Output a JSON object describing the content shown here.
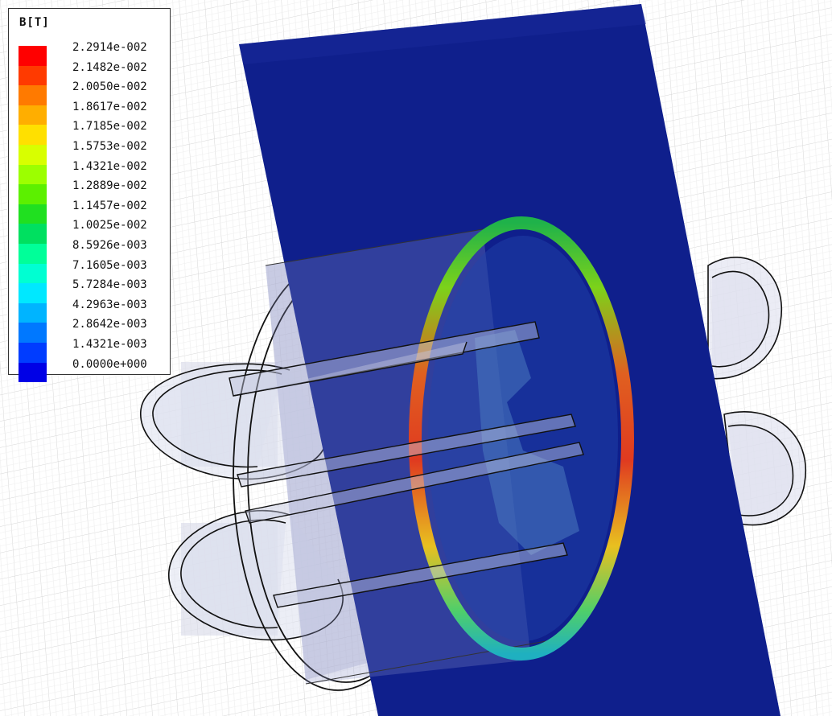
{
  "legend": {
    "title": "B[T]",
    "levels": [
      {
        "label": "2.2914e-002",
        "color": "#ff0000"
      },
      {
        "label": "2.1482e-002",
        "color": "#ff3a00"
      },
      {
        "label": "2.0050e-002",
        "color": "#ff7a00"
      },
      {
        "label": "1.8617e-002",
        "color": "#ffae00"
      },
      {
        "label": "1.7185e-002",
        "color": "#ffe000"
      },
      {
        "label": "1.5753e-002",
        "color": "#d8ff00"
      },
      {
        "label": "1.4321e-002",
        "color": "#9cff00"
      },
      {
        "label": "1.2889e-002",
        "color": "#5cf000"
      },
      {
        "label": "1.1457e-002",
        "color": "#20e020"
      },
      {
        "label": "1.0025e-002",
        "color": "#00e060"
      },
      {
        "label": "8.5926e-003",
        "color": "#00ff99"
      },
      {
        "label": "7.1605e-003",
        "color": "#00ffd2"
      },
      {
        "label": "5.7284e-003",
        "color": "#00e8ff"
      },
      {
        "label": "4.2963e-003",
        "color": "#00b4ff"
      },
      {
        "label": "2.8642e-003",
        "color": "#0078ff"
      },
      {
        "label": "1.4321e-003",
        "color": "#003cff"
      },
      {
        "label": "0.0000e+000",
        "color": "#0000e6"
      }
    ]
  }
}
